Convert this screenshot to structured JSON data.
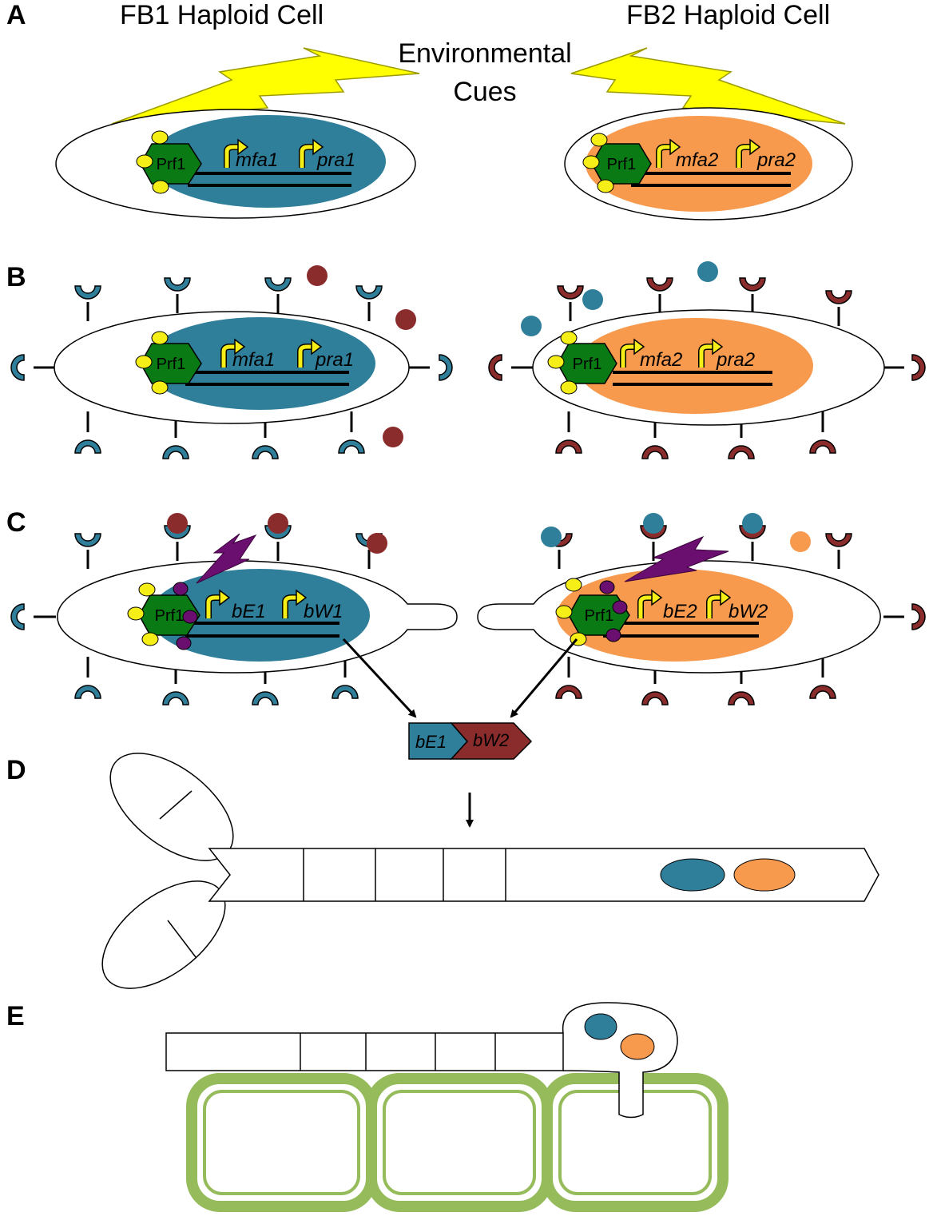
{
  "panels": {
    "a": "A",
    "b": "B",
    "c": "C",
    "d": "D",
    "e": "E"
  },
  "titles": {
    "left_cell": "FB1 Haploid Cell",
    "right_cell": "FB2 Haploid Cell"
  },
  "cues": {
    "line1": "Environmental",
    "line2": "Cues"
  },
  "labels": {
    "prf": "Prf1",
    "mfa1": "mfa1",
    "pra1": "pra1",
    "mfa2": "mfa2",
    "pra2": "pra2",
    "be1": "bE1",
    "bw1": "bW1",
    "be2": "bE2",
    "bw2": "bW2"
  },
  "heterodimer": {
    "left": "bE1",
    "right": "bW2"
  },
  "colors": {
    "fb1_nucleus": "#2f7e9a",
    "fb2_nucleus": "#f79a4e",
    "fb2_receptor": "#8b2c2c",
    "prf1": "#0a7a14",
    "phospho_yellow": "#f6ee17",
    "phospho_purple": "#6a0f6f",
    "lightning_yellow": "#ffff00",
    "lightning_purple": "#6a0f6f",
    "plant_wall": "#95bb5a"
  }
}
